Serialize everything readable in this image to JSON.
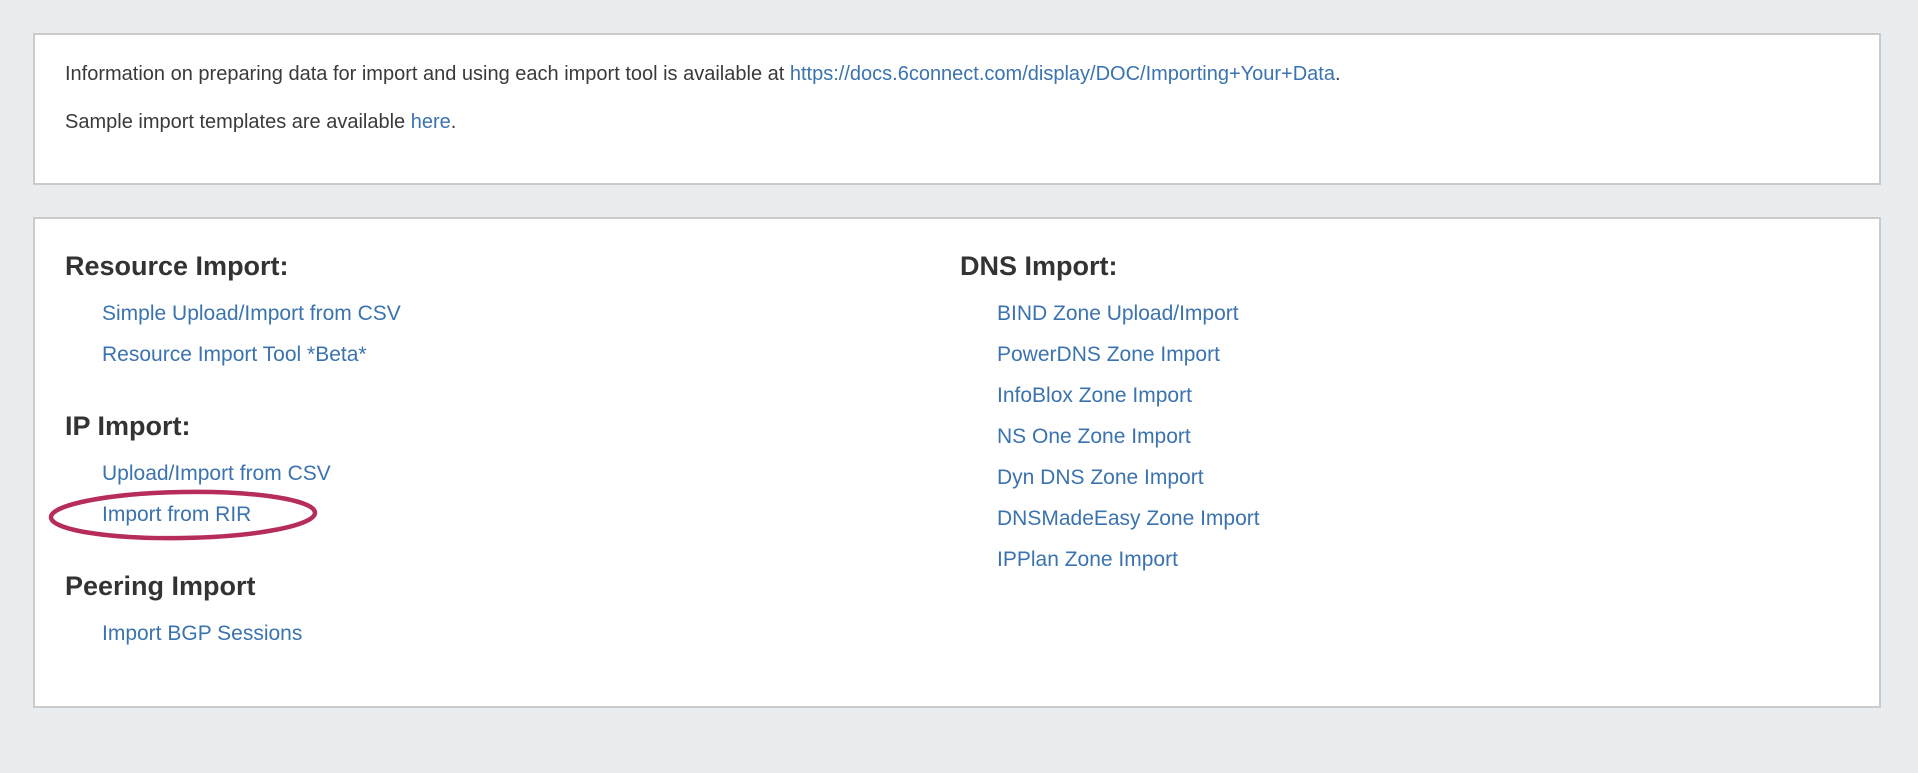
{
  "colors": {
    "page_background": "#e9edf0",
    "panel_background": "#ffffff",
    "panel_border": "#cbcbcb",
    "heading_text": "#333333",
    "body_text": "#3a3a3a",
    "link": "#3b73af",
    "annotation": "#b52d58"
  },
  "info_panel": {
    "line1": {
      "prefix": "Information on preparing data for import and using each import tool is available at ",
      "link": "https://docs.6connect.com/display/DOC/Importing+Your+Data",
      "suffix": "."
    },
    "line2": {
      "prefix": "Sample import templates are available ",
      "link": "here",
      "suffix": "."
    }
  },
  "import_panel": {
    "left_sections": [
      {
        "heading": "Resource Import:",
        "links": [
          "Simple Upload/Import from CSV",
          "Resource Import Tool *Beta*"
        ]
      },
      {
        "heading": "IP Import:",
        "links": [
          "Upload/Import from CSV",
          "Import from RIR"
        ]
      },
      {
        "heading": "Peering Import",
        "links": [
          "Import BGP Sessions"
        ]
      }
    ],
    "right_sections": [
      {
        "heading": "DNS Import:",
        "links": [
          "BIND Zone Upload/Import",
          "PowerDNS Zone Import",
          "InfoBlox Zone Import",
          "NS One Zone Import",
          "Dyn DNS Zone Import",
          "DNSMadeEasy Zone Import",
          "IPPlan Zone Import"
        ]
      }
    ]
  },
  "annotation": {
    "shape": "ellipse",
    "target_link": "Import from RIR",
    "color": "#b52d58"
  }
}
